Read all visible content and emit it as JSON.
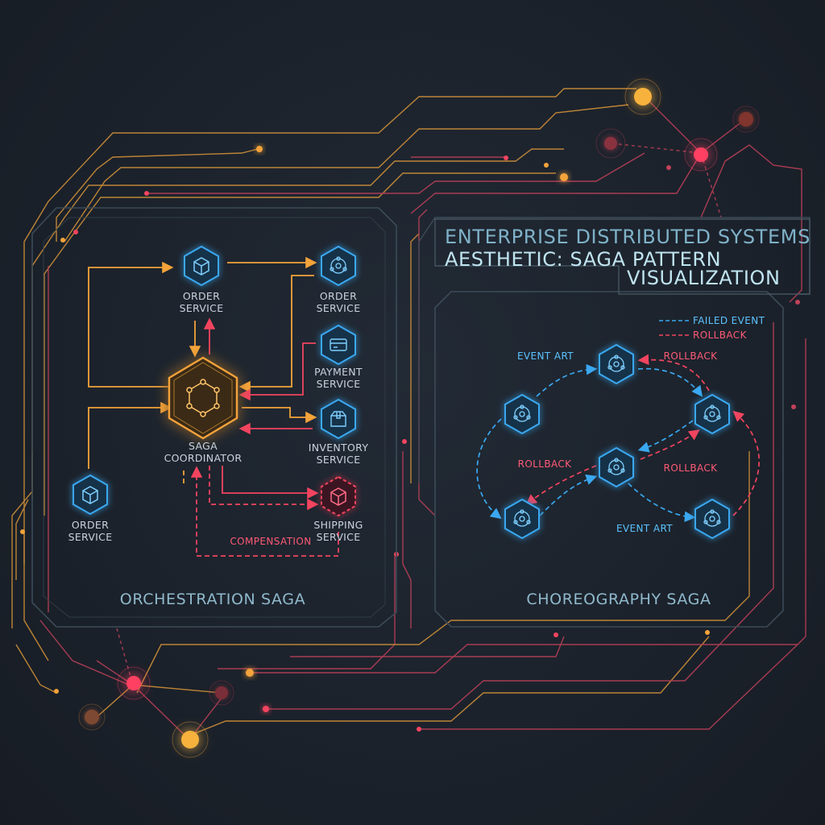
{
  "header": {
    "line1": "ENTERPRISE DISTRIBUTED SYSTEMS",
    "line2": "AESTHETIC: SAGA PATTERN",
    "line3": "VISUALIZATION"
  },
  "orchestration": {
    "title": "ORCHESTRATION SAGA",
    "coordinator": {
      "line1": "SAGA",
      "line2": "COORDINATOR"
    },
    "order_top": {
      "line1": "ORDER",
      "line2": "SERVICE"
    },
    "order_right": {
      "line1": "ORDER",
      "line2": "SERVICE"
    },
    "payment": {
      "line1": "PAYMENT",
      "line2": "SERVICE"
    },
    "inventory": {
      "line1": "INVENTORY",
      "line2": "SERVICE"
    },
    "shipping": {
      "line1": "SHIPPING",
      "line2": "SERVICE"
    },
    "order_left": {
      "line1": "ORDER",
      "line2": "SERVICE"
    },
    "compensation": "COMPENSATION"
  },
  "choreography": {
    "title": "CHOREOGRAPHY SAGA",
    "legend": {
      "failed": "FAILED EVENT",
      "rollback": "ROLLBACK"
    },
    "labels": {
      "event_top": "EVENT ART",
      "rollback_top": "ROLLBACK",
      "rollback_left": "ROLLBACK",
      "rollback_right": "ROLLBACK",
      "event_bottom": "EVENT ART"
    }
  },
  "colors": {
    "orange": "#f3a33a",
    "red": "#f2445f",
    "blue": "#3aa8f0",
    "panel": "#3b4b57"
  }
}
